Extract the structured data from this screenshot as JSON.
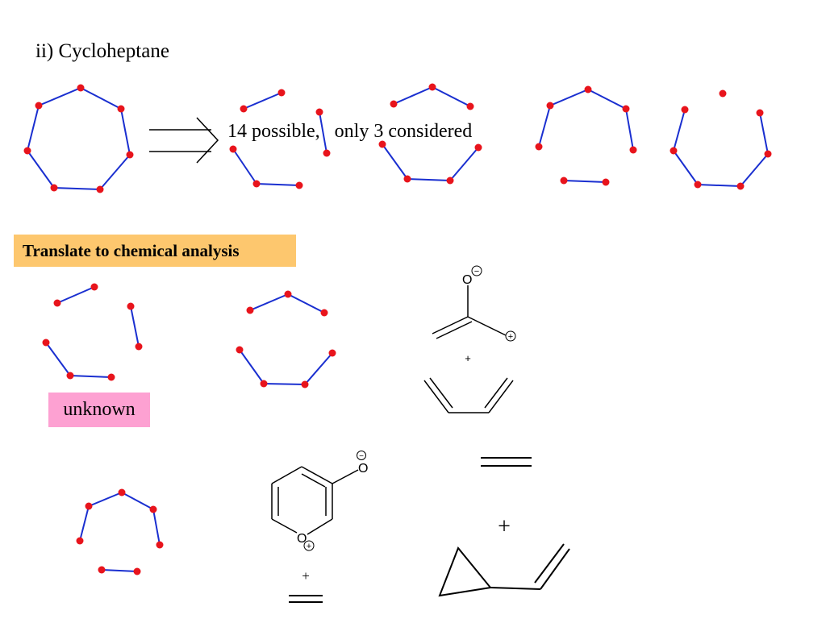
{
  "slide": {
    "title": "ii) Cycloheptane",
    "disconnection_note": "14 possible,   only 3 considered",
    "section_label": "Translate to chemical analysis",
    "unknown_label": "unknown"
  },
  "molecules": {
    "oxyallyl": {
      "oxygen": "O",
      "oxygen_charge": "−",
      "carbon_charge": "+"
    },
    "plus_small_1": "+",
    "pyrylium_oxide": {
      "ring_oxygen": "O",
      "ring_oxygen_charge": "+",
      "exo_oxygen": "O",
      "exo_oxygen_charge": "−"
    },
    "plus_small_2": "+",
    "plus_large": "+"
  },
  "colors": {
    "node": "#e8141c",
    "bond": "#1a2fd0",
    "highlight_orange": "#fdc76e",
    "highlight_pink": "#fda1d2"
  }
}
